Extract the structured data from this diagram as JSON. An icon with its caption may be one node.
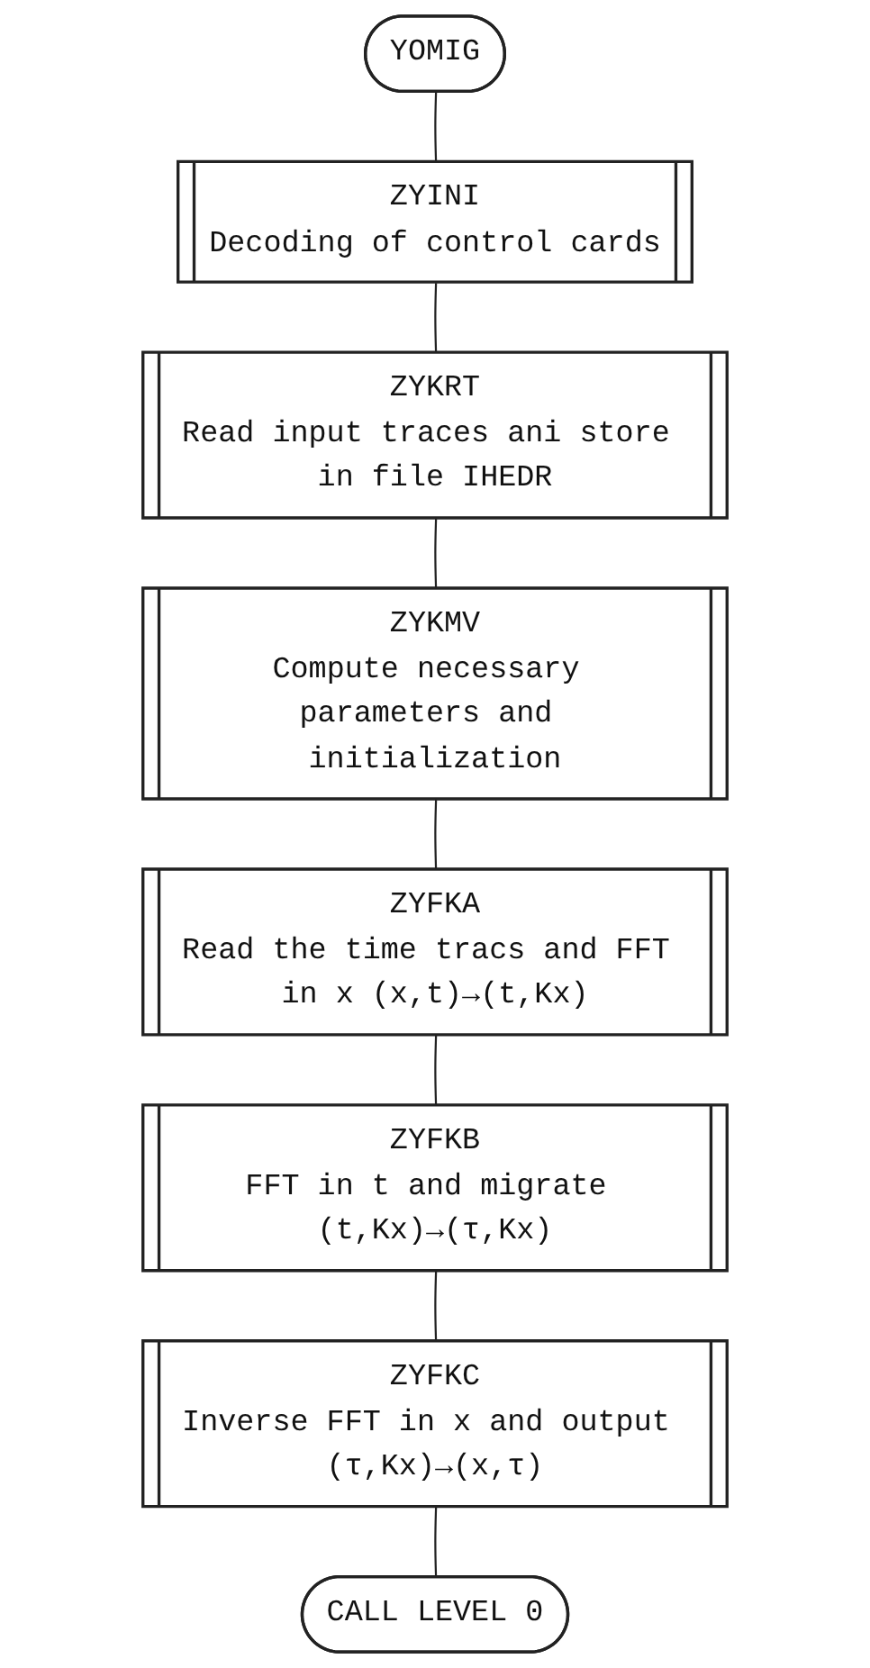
{
  "diagram": {
    "nodes": [
      {
        "text": [
          "YOMIG"
        ]
      },
      {
        "text": [
          "ZYINI",
          "Decoding of control cards"
        ]
      },
      {
        "text": [
          "ZYKRT",
          "Read input traces ani store in file IHEDR"
        ]
      },
      {
        "text": [
          "ZYKMV",
          "Compute necessary parameters and initialization"
        ]
      },
      {
        "text": [
          "ZYFKA",
          "Read the time tracs and FFT in x (x,t)→(t,Kx)"
        ]
      },
      {
        "text": [
          "ZYFKB",
          "FFT in t and migrate (t,Kx)→(τ,Kx)"
        ]
      },
      {
        "text": [
          "ZYFKC",
          "Inverse FFT in x and output (τ,Kx)→(x,τ)"
        ]
      },
      {
        "text": [
          "CALL LEVEL 0"
        ]
      }
    ],
    "edges": [
      {
        "from": 0,
        "to": 1,
        "arrow": "none"
      },
      {
        "from": 1,
        "to": 2,
        "arrow": "none"
      },
      {
        "from": 2,
        "to": 3,
        "arrow": "none"
      },
      {
        "from": 3,
        "to": 4,
        "arrow": "none"
      },
      {
        "from": 4,
        "to": 5,
        "arrow": "none"
      },
      {
        "from": 5,
        "to": 6,
        "arrow": "none"
      },
      {
        "from": 6,
        "to": 7,
        "arrow": "none"
      }
    ]
  }
}
